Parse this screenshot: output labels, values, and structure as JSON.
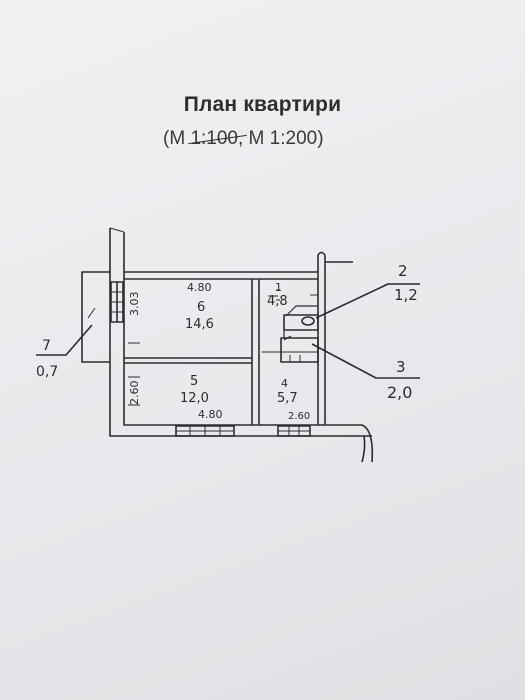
{
  "header": {
    "title": "План квартири",
    "scale_open": "(М ",
    "scale_struck": "1:100,",
    "scale_rest": " М 1:200)"
  },
  "plan": {
    "dimensions": {
      "room6_top": "4.80",
      "room6_side": "3.03",
      "room5_side": "2.60",
      "room5_bottom": "4.80",
      "room4_bottom": "2.60"
    },
    "rooms": [
      {
        "number": "6",
        "area": "14,6"
      },
      {
        "number": "5",
        "area": "12,0"
      },
      {
        "number": "1",
        "area": "4,8"
      },
      {
        "number": "4",
        "area": "5,7"
      }
    ],
    "callouts": [
      {
        "number": "2",
        "area": "1,2"
      },
      {
        "number": "3",
        "area": "2,0"
      },
      {
        "number": "7",
        "area": "0,7"
      }
    ]
  },
  "colors": {
    "ink": "#2c2c30",
    "paper": "#eceef0"
  }
}
